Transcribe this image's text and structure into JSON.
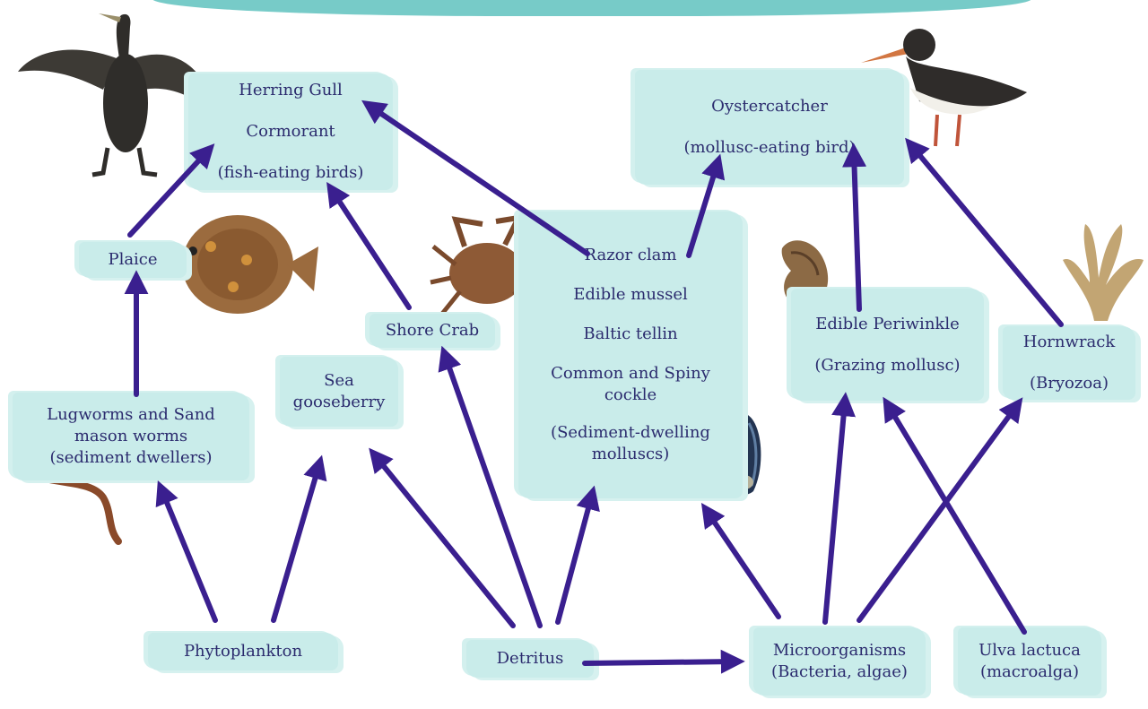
{
  "nodes": {
    "fish_birds": {
      "line1": "Herring Gull",
      "line2": "Cormorant",
      "line3": "(fish-eating birds)"
    },
    "oystercatcher": {
      "line1": "Oystercatcher",
      "line2": "(mollusc-eating bird)"
    },
    "plaice": {
      "label": "Plaice"
    },
    "shore_crab": {
      "label": "Shore Crab"
    },
    "molluscs": {
      "line1": "Razor clam",
      "line2": "Edible mussel",
      "line3": "Baltic tellin",
      "line4": "Common and Spiny",
      "line5": "cockle",
      "line6": "(Sediment-dwelling",
      "line7": "molluscs)"
    },
    "periwinkle": {
      "line1": "Edible Periwinkle",
      "line2": "(Grazing mollusc)"
    },
    "hornwrack": {
      "line1": "Hornwrack",
      "line2": "(Bryozoa)"
    },
    "sea_gooseberry": {
      "line1": "Sea",
      "line2": "gooseberry"
    },
    "worms": {
      "line1": "Lugworms and Sand",
      "line2": "mason worms",
      "line3": "(sediment dwellers)"
    },
    "phytoplankton": {
      "label": "Phytoplankton"
    },
    "detritus": {
      "label": "Detritus"
    },
    "microorganisms": {
      "line1": "Microorganisms",
      "line2": "(Bacteria, algae)"
    },
    "ulva": {
      "line1": "Ulva lactuca",
      "line2": "(macroalga)"
    }
  },
  "colors": {
    "arrow": "#3a1f8f",
    "box": "#c9ecea",
    "text": "#2b2b6e",
    "banner": "#5fc2be"
  }
}
